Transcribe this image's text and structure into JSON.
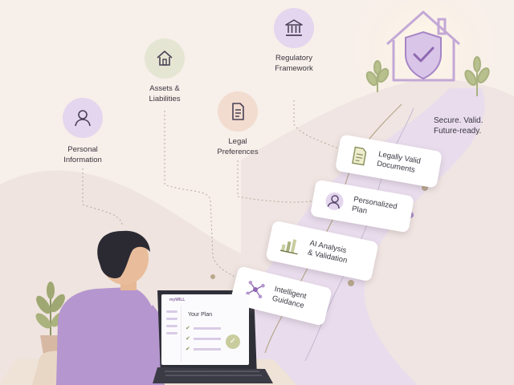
{
  "nodes": {
    "personal": {
      "label_lines": [
        "Personal",
        "Information"
      ],
      "icon": "person-icon"
    },
    "assets": {
      "label_lines": [
        "Assets &",
        "Liabilities"
      ],
      "icon": "house-icon"
    },
    "legal": {
      "label_lines": [
        "Legal",
        "Preferences"
      ],
      "icon": "document-icon"
    },
    "regulatory": {
      "label_lines": [
        "Regulatory",
        "Framework"
      ],
      "icon": "bank-icon"
    }
  },
  "tagline": {
    "lines": [
      "Secure. Valid.",
      "Future-ready."
    ]
  },
  "cards": [
    {
      "lines": [
        "Legally Valid",
        "Documents"
      ],
      "icon": "document-icon"
    },
    {
      "lines": [
        "Personalized",
        "Plan"
      ],
      "icon": "person-icon"
    },
    {
      "lines": [
        "AI Analysis",
        "& Validation"
      ],
      "icon": "bar-chart-icon"
    },
    {
      "lines": [
        "Intelligent",
        "Guidance"
      ],
      "icon": "network-icon"
    }
  ],
  "laptop": {
    "brand": "myWILL",
    "screen_title": "Your Plan"
  },
  "colors": {
    "background": "#f7efe9",
    "lavender": "#e3d6ee",
    "purple": "#9a7ab8",
    "olive": "#a9b27f",
    "peach": "#f2dccf",
    "sage": "#e4e6d3"
  }
}
